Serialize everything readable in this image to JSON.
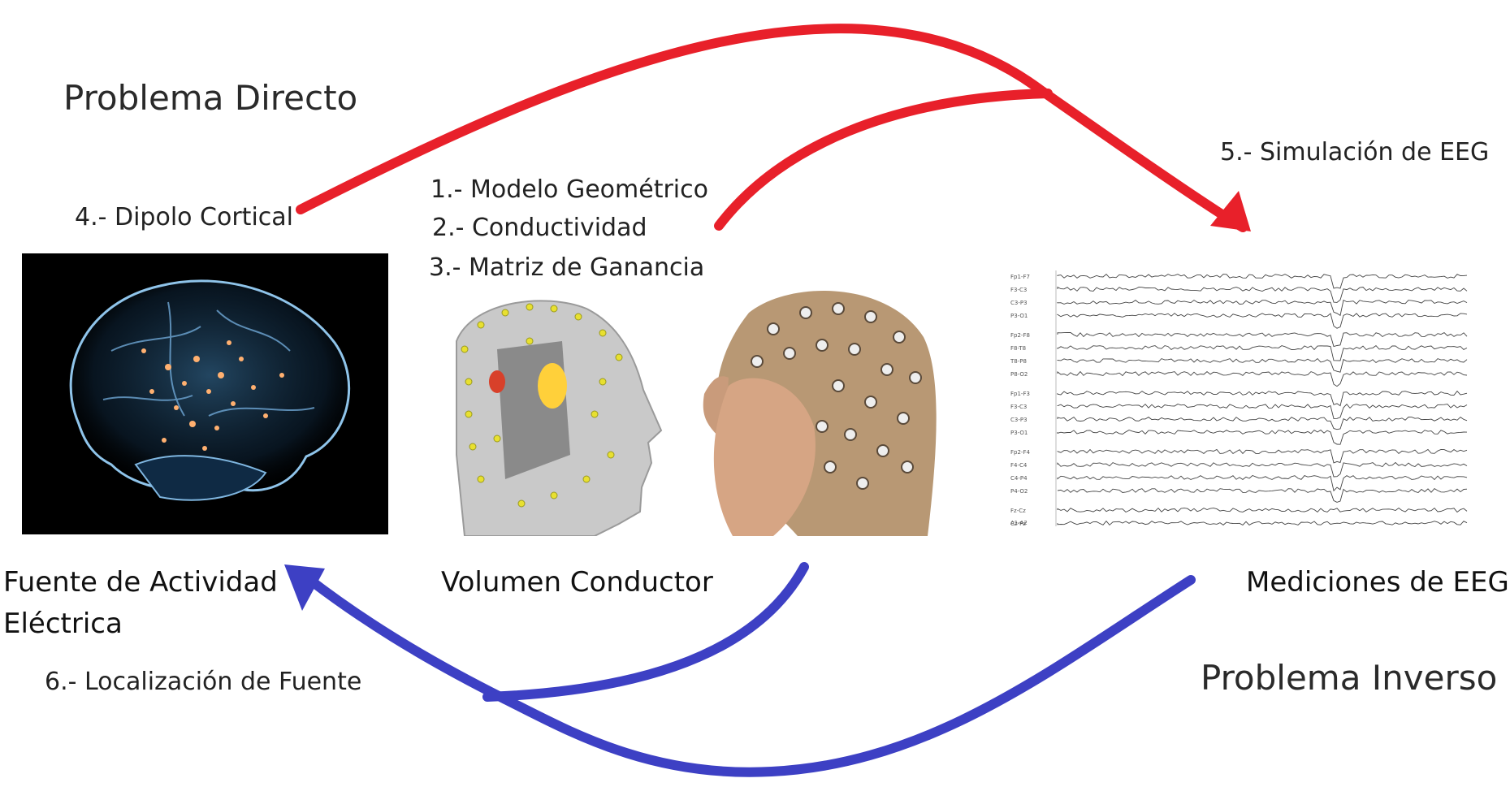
{
  "labels": {
    "forward_title": "Problema Directo",
    "inverse_title": "Problema Inverso",
    "step_dipole": "4.- Dipolo Cortical",
    "step_geometry": "1.- Modelo Geométrico",
    "step_conductivity": "2.- Conductividad",
    "step_gain": "3.- Matriz de Ganancia",
    "step_simulation": "5.- Simulación de EEG",
    "step_localization": "6.- Localización de Fuente",
    "source_line1": "Fuente de Actividad",
    "source_line2": "Eléctrica",
    "conductor": "Volumen Conductor",
    "measurements": "Mediciones de EEG"
  },
  "eeg": {
    "channels_group1": [
      "Fp1-F7",
      "F3-C3",
      "C3-P3",
      "P3-O1"
    ],
    "channels_group2": [
      "Fp2-F8",
      "F8-T8",
      "T8-P8",
      "P8-O2"
    ],
    "channels_group3": [
      "Fp1-F3",
      "F3-C3",
      "C3-P3",
      "P3-O1"
    ],
    "channels_group4": [
      "Fp2-F4",
      "F4-C4",
      "C4-P4",
      "P4-O2"
    ],
    "channels_group5": [
      "Fz-Cz",
      "Cz-Pz"
    ],
    "footer": "A1-A2"
  },
  "colors": {
    "forward_arrow": "#e8202a",
    "inverse_arrow": "#3d40c4",
    "brain_bg": "#000000"
  },
  "icons": [
    "brain-image",
    "head-model-image",
    "electrode-cap-image",
    "eeg-trace-image"
  ]
}
